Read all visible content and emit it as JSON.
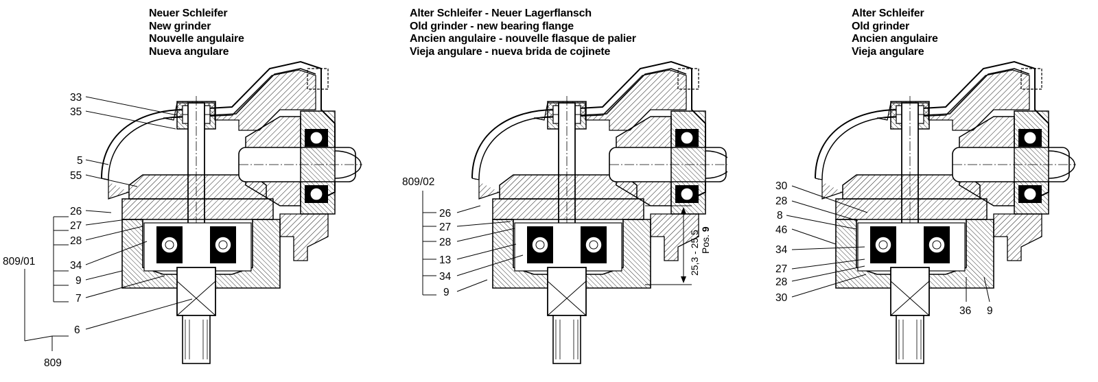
{
  "panels": [
    {
      "titles": [
        "Neuer Schleifer",
        "New grinder",
        "Nouvelle angulaire",
        "Nueva angulare"
      ],
      "labels": [
        "33",
        "35",
        "5",
        "55",
        "26",
        "27",
        "28",
        "809/01",
        "34",
        "9",
        "7",
        "6",
        "809"
      ]
    },
    {
      "titles": [
        "Alter Schleifer - Neuer Lagerflansch",
        "Old grinder - new bearing flange",
        "Ancien angulaire - nouvelle flasque de palier",
        "Vieja angulare - nueva brida de cojinete"
      ],
      "labels": [
        "809/02",
        "26",
        "27",
        "28",
        "13",
        "34",
        "9"
      ],
      "dimension": "25,3 - 25,5",
      "pos_label": "Pos.",
      "pos_value": "9"
    },
    {
      "titles": [
        "Alter Schleifer",
        "Old grinder",
        "Ancien angulaire",
        "Vieja angulare"
      ],
      "labels": [
        "30",
        "28",
        "8",
        "46",
        "34",
        "27",
        "28",
        "30",
        "36",
        "9"
      ]
    }
  ]
}
